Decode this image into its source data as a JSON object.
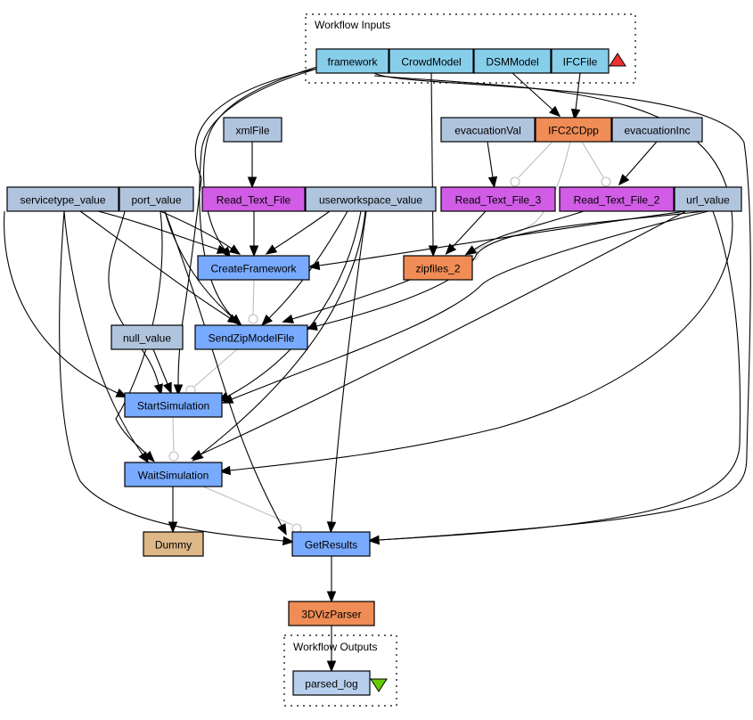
{
  "title": "Taverna workflow diagram",
  "colors": {
    "input_port": "#87ceeb",
    "string_constant": "#b0c4de",
    "beanshell": "#f08c55",
    "local_worker": "#d15ce6",
    "wsdl": "#78aaff",
    "dummy": "#deb887",
    "output_port": "#b7cfec",
    "input_triangle": "#ee3333",
    "output_triangle": "#66cc00"
  },
  "clusters": {
    "inputs": {
      "label": "Workflow Inputs"
    },
    "outputs": {
      "label": "Workflow Outputs"
    }
  },
  "nodes": [
    {
      "id": "framework",
      "label": "framework",
      "kind": "input_port"
    },
    {
      "id": "CrowdModel",
      "label": "CrowdModel",
      "kind": "input_port"
    },
    {
      "id": "DSMModel",
      "label": "DSMModel",
      "kind": "input_port"
    },
    {
      "id": "IFCFile",
      "label": "IFCFile",
      "kind": "input_port"
    },
    {
      "id": "xmlFile",
      "label": "xmlFile",
      "kind": "string_constant"
    },
    {
      "id": "evacuationVal",
      "label": "evacuationVal",
      "kind": "string_constant"
    },
    {
      "id": "IFC2CDpp",
      "label": "IFC2CDpp",
      "kind": "beanshell"
    },
    {
      "id": "evacuationInc",
      "label": "evacuationInc",
      "kind": "string_constant"
    },
    {
      "id": "servicetype_value",
      "label": "servicetype_value",
      "kind": "string_constant"
    },
    {
      "id": "port_value",
      "label": "port_value",
      "kind": "string_constant"
    },
    {
      "id": "Read_Text_File",
      "label": "Read_Text_File",
      "kind": "local_worker"
    },
    {
      "id": "userworkspace_value",
      "label": "userworkspace_value",
      "kind": "string_constant"
    },
    {
      "id": "Read_Text_File_3",
      "label": "Read_Text_File_3",
      "kind": "local_worker"
    },
    {
      "id": "Read_Text_File_2",
      "label": "Read_Text_File_2",
      "kind": "local_worker"
    },
    {
      "id": "url_value",
      "label": "url_value",
      "kind": "string_constant"
    },
    {
      "id": "CreateFramework",
      "label": "CreateFramework",
      "kind": "wsdl"
    },
    {
      "id": "zipfiles_2",
      "label": "zipfiles_2",
      "kind": "beanshell"
    },
    {
      "id": "null_value",
      "label": "null_value",
      "kind": "string_constant"
    },
    {
      "id": "SendZipModelFile",
      "label": "SendZipModelFile",
      "kind": "wsdl"
    },
    {
      "id": "StartSimulation",
      "label": "StartSimulation",
      "kind": "wsdl"
    },
    {
      "id": "WaitSimulation",
      "label": "WaitSimulation",
      "kind": "wsdl"
    },
    {
      "id": "Dummy",
      "label": "Dummy",
      "kind": "dummy"
    },
    {
      "id": "GetResults",
      "label": "GetResults",
      "kind": "wsdl"
    },
    {
      "id": "3DVizParser",
      "label": "3DVizParser",
      "kind": "beanshell"
    },
    {
      "id": "parsed_log",
      "label": "parsed_log",
      "kind": "output_port"
    }
  ],
  "edges": [
    [
      "xmlFile",
      "Read_Text_File"
    ],
    [
      "DSMModel",
      "IFC2CDpp"
    ],
    [
      "IFCFile",
      "IFC2CDpp"
    ],
    [
      "evacuationVal",
      "Read_Text_File_3"
    ],
    [
      "evacuationInc",
      "Read_Text_File_2"
    ],
    [
      "CrowdModel",
      "zipfiles_2"
    ],
    [
      "Read_Text_File_3",
      "zipfiles_2"
    ],
    [
      "Read_Text_File_2",
      "zipfiles_2"
    ],
    [
      "Read_Text_File",
      "CreateFramework"
    ],
    [
      "servicetype_value",
      "CreateFramework"
    ],
    [
      "port_value",
      "CreateFramework"
    ],
    [
      "userworkspace_value",
      "CreateFramework"
    ],
    [
      "url_value",
      "CreateFramework"
    ],
    [
      "framework",
      "CreateFramework"
    ],
    [
      "zipfiles_2",
      "SendZipModelFile"
    ],
    [
      "servicetype_value",
      "SendZipModelFile"
    ],
    [
      "port_value",
      "SendZipModelFile"
    ],
    [
      "userworkspace_value",
      "SendZipModelFile"
    ],
    [
      "url_value",
      "SendZipModelFile"
    ],
    [
      "framework",
      "SendZipModelFile"
    ],
    [
      "null_value",
      "StartSimulation"
    ],
    [
      "servicetype_value",
      "StartSimulation"
    ],
    [
      "port_value",
      "StartSimulation"
    ],
    [
      "userworkspace_value",
      "StartSimulation"
    ],
    [
      "url_value",
      "StartSimulation"
    ],
    [
      "framework",
      "StartSimulation"
    ],
    [
      "servicetype_value",
      "WaitSimulation"
    ],
    [
      "port_value",
      "WaitSimulation"
    ],
    [
      "userworkspace_value",
      "WaitSimulation"
    ],
    [
      "url_value",
      "WaitSimulation"
    ],
    [
      "framework",
      "WaitSimulation"
    ],
    [
      "WaitSimulation",
      "Dummy"
    ],
    [
      "servicetype_value",
      "GetResults"
    ],
    [
      "port_value",
      "GetResults"
    ],
    [
      "userworkspace_value",
      "GetResults"
    ],
    [
      "url_value",
      "GetResults"
    ],
    [
      "framework",
      "GetResults"
    ],
    [
      "GetResults",
      "3DVizParser"
    ],
    [
      "3DVizParser",
      "parsed_log"
    ]
  ],
  "control_links": [
    [
      "IFC2CDpp",
      "Read_Text_File_3"
    ],
    [
      "IFC2CDpp",
      "Read_Text_File_2"
    ],
    [
      "IFC2CDpp",
      "zipfiles_2"
    ],
    [
      "CreateFramework",
      "SendZipModelFile"
    ],
    [
      "SendZipModelFile",
      "StartSimulation"
    ],
    [
      "StartSimulation",
      "WaitSimulation"
    ],
    [
      "WaitSimulation",
      "GetResults"
    ]
  ]
}
